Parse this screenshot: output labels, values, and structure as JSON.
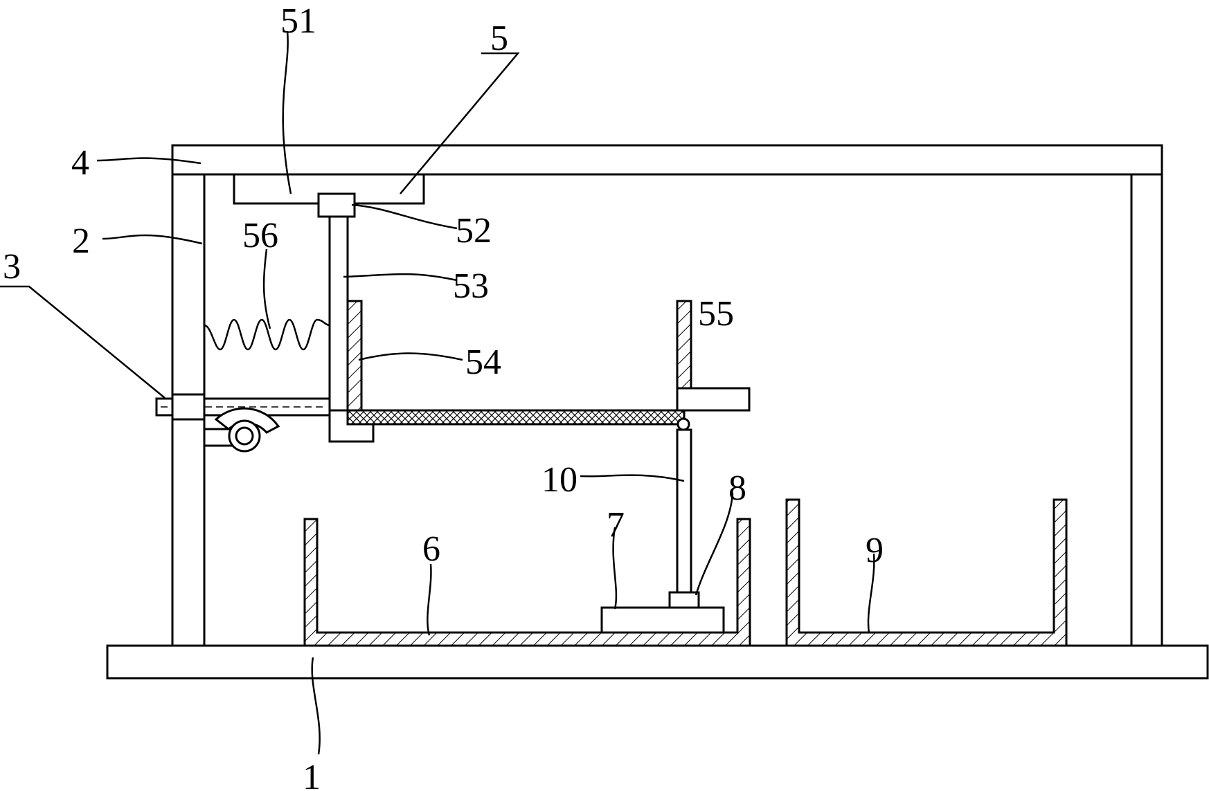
{
  "figure": {
    "labels": {
      "l1": "1",
      "l2": "2",
      "l3": "3",
      "l4": "4",
      "l5": "5",
      "l6": "6",
      "l7": "7",
      "l8": "8",
      "l9": "9",
      "l10": "10",
      "l51": "51",
      "l52": "52",
      "l53": "53",
      "l54": "54",
      "l55": "55",
      "l56": "56"
    }
  }
}
